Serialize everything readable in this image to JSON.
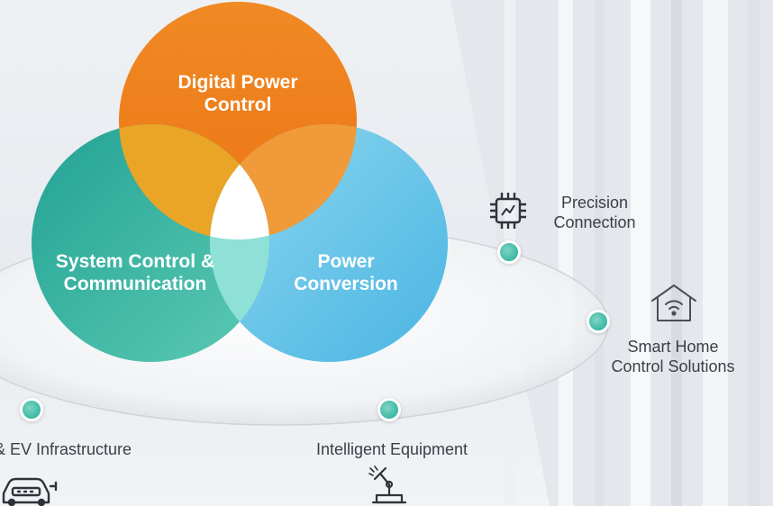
{
  "venn": {
    "top": "Digital Power\nControl",
    "left": "System Control &\nCommunication",
    "right": "Power\nConversion",
    "colors": {
      "top": "#ef7d1a",
      "left": "#27ab9c",
      "right": "#5dc0e6"
    }
  },
  "applications": {
    "precision": "Precision\nConnection",
    "smart_home": "Smart Home\nControl Solutions",
    "intelligent": "Intelligent Equipment",
    "ev": "& EV Infrastructure"
  },
  "icons": {
    "precision": "chip-icon",
    "smart_home": "smart-home-icon",
    "intelligent": "robot-arm-icon",
    "ev": "ev-car-icon"
  }
}
